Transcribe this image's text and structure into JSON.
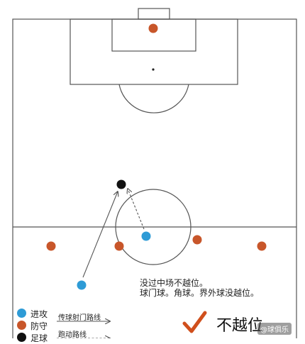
{
  "colors": {
    "attack": "#2e9bd6",
    "defend": "#c8562a",
    "ball": "#111111",
    "line": "#555555",
    "check": "#d04f1c"
  },
  "notes": {
    "line1": "没过中场不越位。",
    "line2": "球门球。角球。界外球没越位。"
  },
  "legend": {
    "attack": "进攻",
    "defend": "防守",
    "ball": "足球",
    "pass_path": "传球射门路线",
    "run_path": "跑动路线"
  },
  "verdict": {
    "label": "不越位",
    "icon": "checkmark-icon"
  },
  "watermark": "@球俱乐"
}
